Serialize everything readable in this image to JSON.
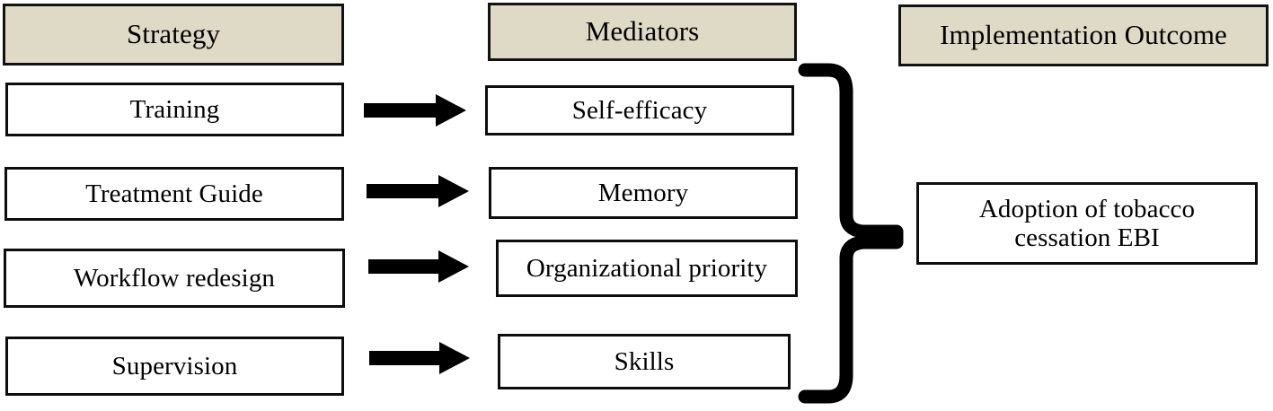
{
  "diagram": {
    "title": "Strategy-Mediators-Implementation Outcome logic model",
    "type": "flow-diagram",
    "colors": {
      "header_fill": "#dedac6",
      "border": "#0d0d0d",
      "arrow": "#000000",
      "brace": "#000000",
      "box_fill": "#ffffff",
      "background": "#ffffff"
    }
  },
  "columns": {
    "strategy": {
      "header": "Strategy",
      "items": [
        {
          "label": "Training"
        },
        {
          "label": "Treatment Guide"
        },
        {
          "label": "Workflow redesign"
        },
        {
          "label": "Supervision"
        }
      ]
    },
    "mediators": {
      "header": "Mediators",
      "items": [
        {
          "label": "Self-efficacy"
        },
        {
          "label": "Memory"
        },
        {
          "label": "Organizational priority"
        },
        {
          "label": "Skills"
        }
      ]
    },
    "outcome": {
      "header": "Implementation Outcome",
      "items": [
        {
          "label": "Adoption of tobacco cessation EBI",
          "line1": "Adoption of tobacco",
          "line2": "cessation EBI"
        }
      ]
    }
  },
  "connectors": {
    "arrows": [
      {
        "icon": "right-arrow-icon",
        "from": "Training",
        "to": "Self-efficacy"
      },
      {
        "icon": "right-arrow-icon",
        "from": "Treatment Guide",
        "to": "Memory"
      },
      {
        "icon": "right-arrow-icon",
        "from": "Workflow redesign",
        "to": "Organizational priority"
      },
      {
        "icon": "right-arrow-icon",
        "from": "Supervision",
        "to": "Skills"
      }
    ],
    "brace": {
      "icon": "right-curly-brace-icon",
      "from": "Mediators",
      "to": "Adoption of tobacco cessation EBI"
    }
  }
}
